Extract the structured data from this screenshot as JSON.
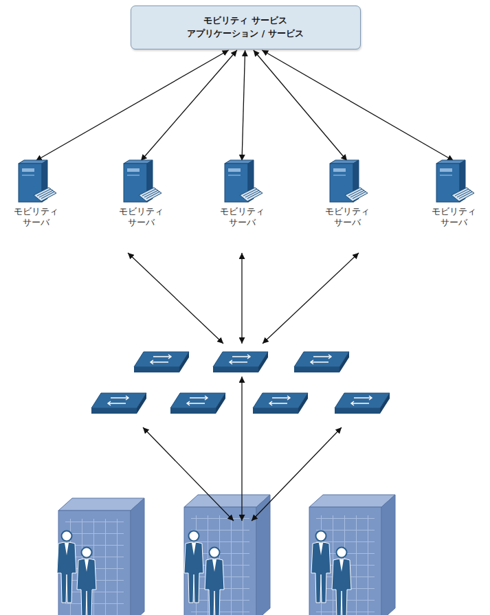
{
  "diagram": {
    "nodes": [
      {
        "text": [
          "モビリティ サービス アプリケーション / サービス"
        ]
      },
      {
        "text": [
          "モビリティ サーバ"
        ]
      },
      {
        "text": [
          "モビリティ サーバ"
        ]
      },
      {
        "text": [
          "モビリティ サーバ"
        ]
      },
      {
        "text": [
          "モビリティ サーバ"
        ]
      },
      {
        "text": [
          "モビリティ サーバ"
        ]
      }
    ],
    "edges": [
      {
        "from": 0,
        "to": 1,
        "arrow": "both"
      },
      {
        "from": 0,
        "to": 2,
        "arrow": "both"
      },
      {
        "from": 0,
        "to": 3,
        "arrow": "both"
      },
      {
        "from": 0,
        "to": 4,
        "arrow": "both"
      },
      {
        "from": 0,
        "to": 5,
        "arrow": "both"
      }
    ]
  }
}
